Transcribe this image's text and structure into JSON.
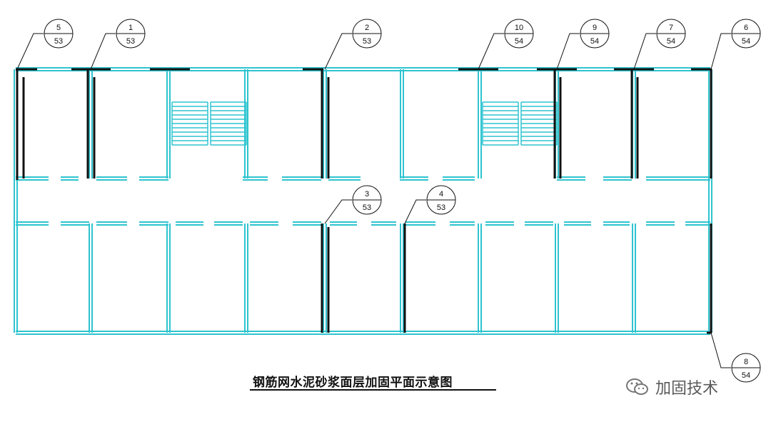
{
  "caption": "钢筋网水泥砂浆面层加固平面示意图",
  "watermark": {
    "text": "加固技术",
    "icon": "wechat-icon"
  },
  "colors": {
    "wall": "#2ec4d0",
    "reinforcement": "#111111",
    "background": "#ffffff"
  },
  "detail_markers": [
    {
      "id": "marker-5-53",
      "number": "5",
      "sheet": "53"
    },
    {
      "id": "marker-1-53",
      "number": "1",
      "sheet": "53"
    },
    {
      "id": "marker-2-53",
      "number": "2",
      "sheet": "53"
    },
    {
      "id": "marker-10-54",
      "number": "10",
      "sheet": "54"
    },
    {
      "id": "marker-9-54",
      "number": "9",
      "sheet": "54"
    },
    {
      "id": "marker-7-54",
      "number": "7",
      "sheet": "54"
    },
    {
      "id": "marker-6-54",
      "number": "6",
      "sheet": "54"
    },
    {
      "id": "marker-3-53",
      "number": "3",
      "sheet": "53"
    },
    {
      "id": "marker-4-53",
      "number": "4",
      "sheet": "53"
    },
    {
      "id": "marker-8-54",
      "number": "8",
      "sheet": "54"
    }
  ]
}
